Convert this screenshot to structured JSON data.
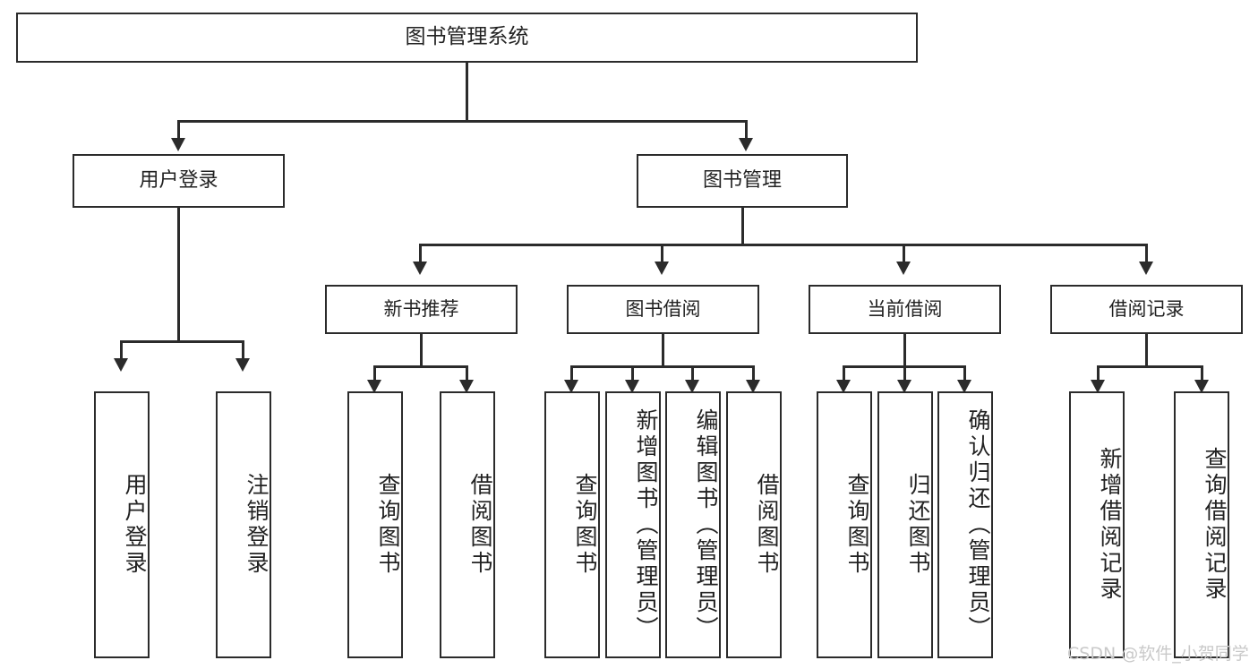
{
  "diagram": {
    "title": "图书管理系统",
    "root": {
      "label": "图书管理系统"
    },
    "level1": [
      {
        "label": "用户登录"
      },
      {
        "label": "图书管理"
      }
    ],
    "level2": [
      {
        "label": "新书推荐"
      },
      {
        "label": "图书借阅"
      },
      {
        "label": "当前借阅"
      },
      {
        "label": "借阅记录"
      }
    ],
    "leaves": {
      "user_login": [
        {
          "label": "用户登录"
        },
        {
          "label": "注销登录"
        }
      ],
      "new_book_recommend": [
        {
          "label": "查询图书"
        },
        {
          "label": "借阅图书"
        }
      ],
      "book_borrow": [
        {
          "label": "查询图书"
        },
        {
          "label": "新增图书（管理员）"
        },
        {
          "label": "编辑图书（管理员）"
        },
        {
          "label": "借阅图书"
        }
      ],
      "current_borrow": [
        {
          "label": "查询图书"
        },
        {
          "label": "归还图书"
        },
        {
          "label": "确认归还（管理员）"
        }
      ],
      "borrow_record": [
        {
          "label": "新增借阅记录"
        },
        {
          "label": "查询借阅记录"
        }
      ]
    }
  },
  "watermark": {
    "text": "CSDN @软件_小贺同学"
  },
  "colors": {
    "border": "#2b2b2b",
    "background": "#ffffff",
    "text": "#222222",
    "watermark": "#c9c9c9"
  }
}
